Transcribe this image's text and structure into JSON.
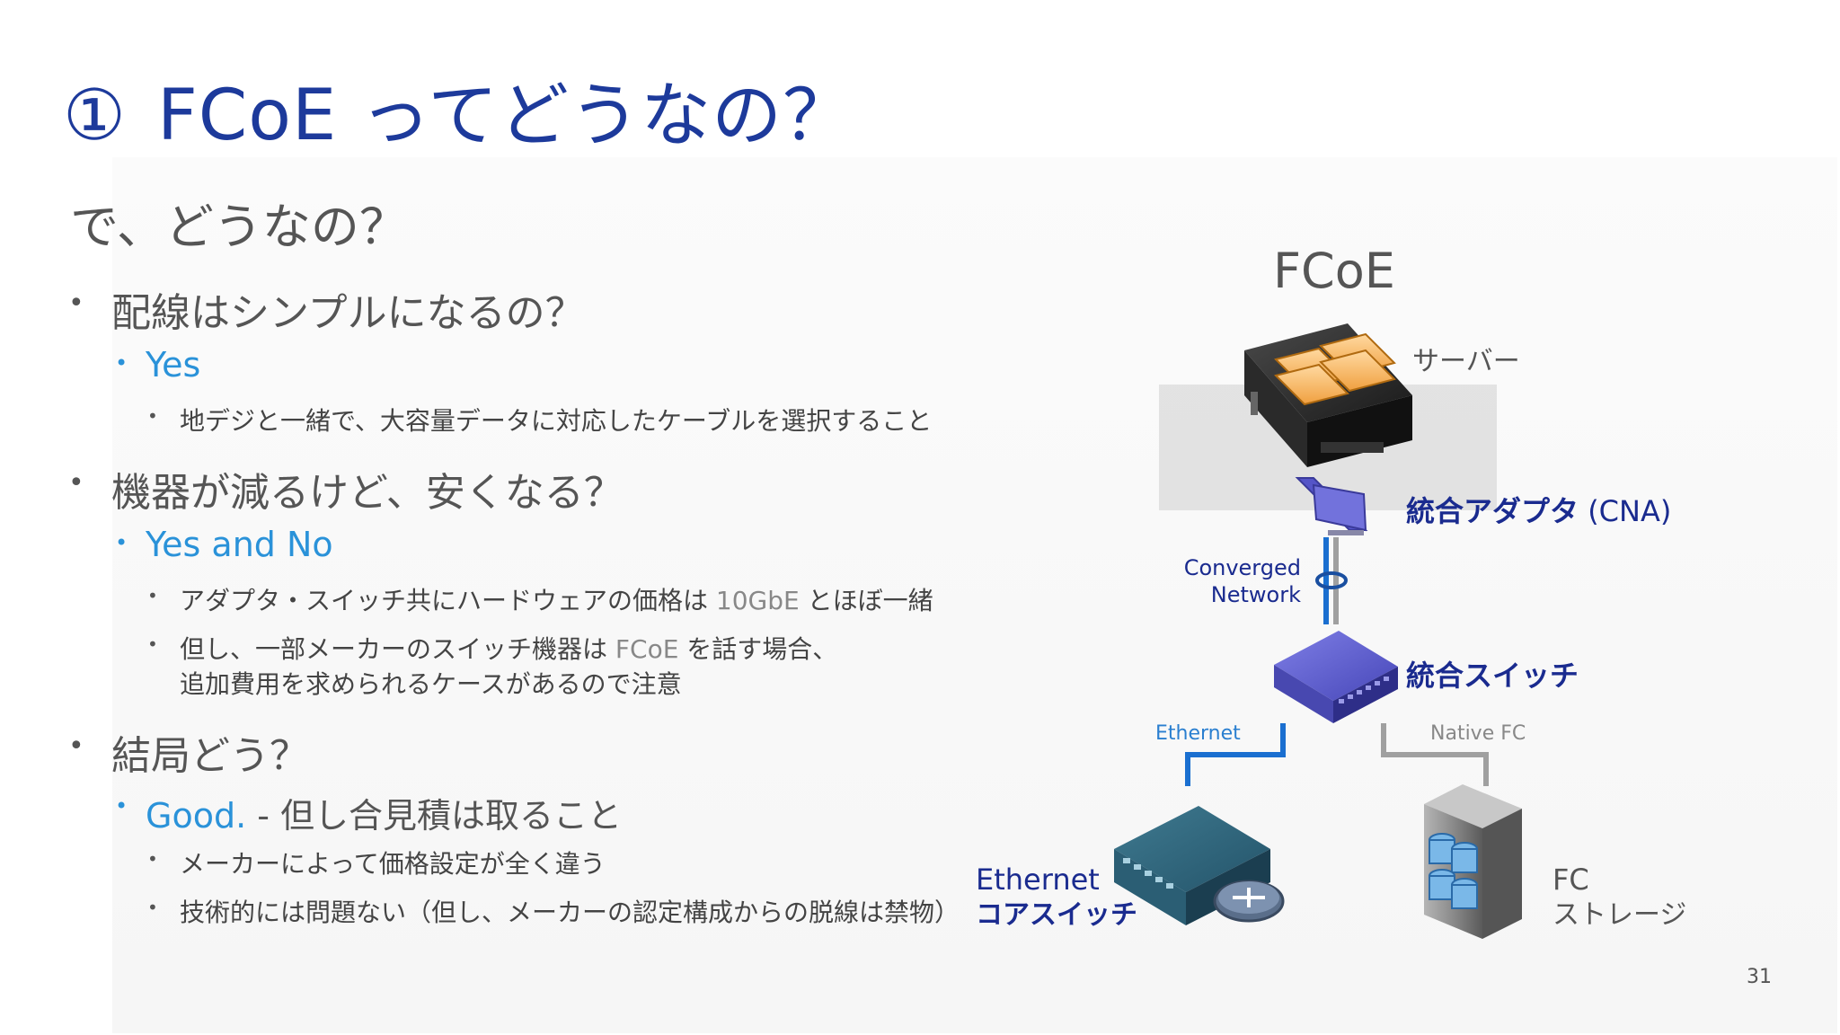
{
  "title": {
    "number": "①",
    "text": "FCoE ってどうなの？"
  },
  "heading": "で、どうなの？",
  "bullets": {
    "q1": "配線はシンプルになるの？",
    "q1_answer": "Yes",
    "q1_detail": "地デジと一緒で、大容量データに対応したケーブルを選択すること",
    "q2": "機器が減るけど、安くなる？",
    "q2_answer": "Yes and No",
    "q2_detail1_a": "アダプタ・スイッチ共にハードウェアの価格は ",
    "q2_detail1_b": "10GbE",
    "q2_detail1_c": " とほぼ一緒",
    "q2_detail2_a": "但し、一部メーカーのスイッチ機器は ",
    "q2_detail2_b": "FCoE",
    "q2_detail2_c": " を話す場合、",
    "q2_detail2_line2": "追加費用を求められるケースがあるので注意",
    "q3": "結局どう？",
    "q3_answer": "Good.",
    "q3_answer_suffix": " -  但し合見積は取ること",
    "q3_detail1": "メーカーによって価格設定が全く違う",
    "q3_detail2": "技術的には問題ない（但し、メーカーの認定構成からの脱線は禁物）"
  },
  "diagram": {
    "title": "FCoE",
    "server_label": "サーバー",
    "cna_label": "統合アダプタ",
    "cna_suffix": " (CNA)",
    "converged_line1": "Converged",
    "converged_line2": "Network",
    "switch_label": "統合スイッチ",
    "ethernet_link": "Ethernet",
    "fc_link": "Native FC",
    "core_line1": "Ethernet",
    "core_line2": "コアスイッチ",
    "storage_line1": "FC",
    "storage_line2": "ストレージ"
  },
  "page_number": "31",
  "colors": {
    "title": "#1d3a9b",
    "accent": "#2a92d9",
    "ethernet_line": "#1a6fd0",
    "fc_line": "#a0a0a0",
    "bold_label": "#1a2b8f"
  }
}
